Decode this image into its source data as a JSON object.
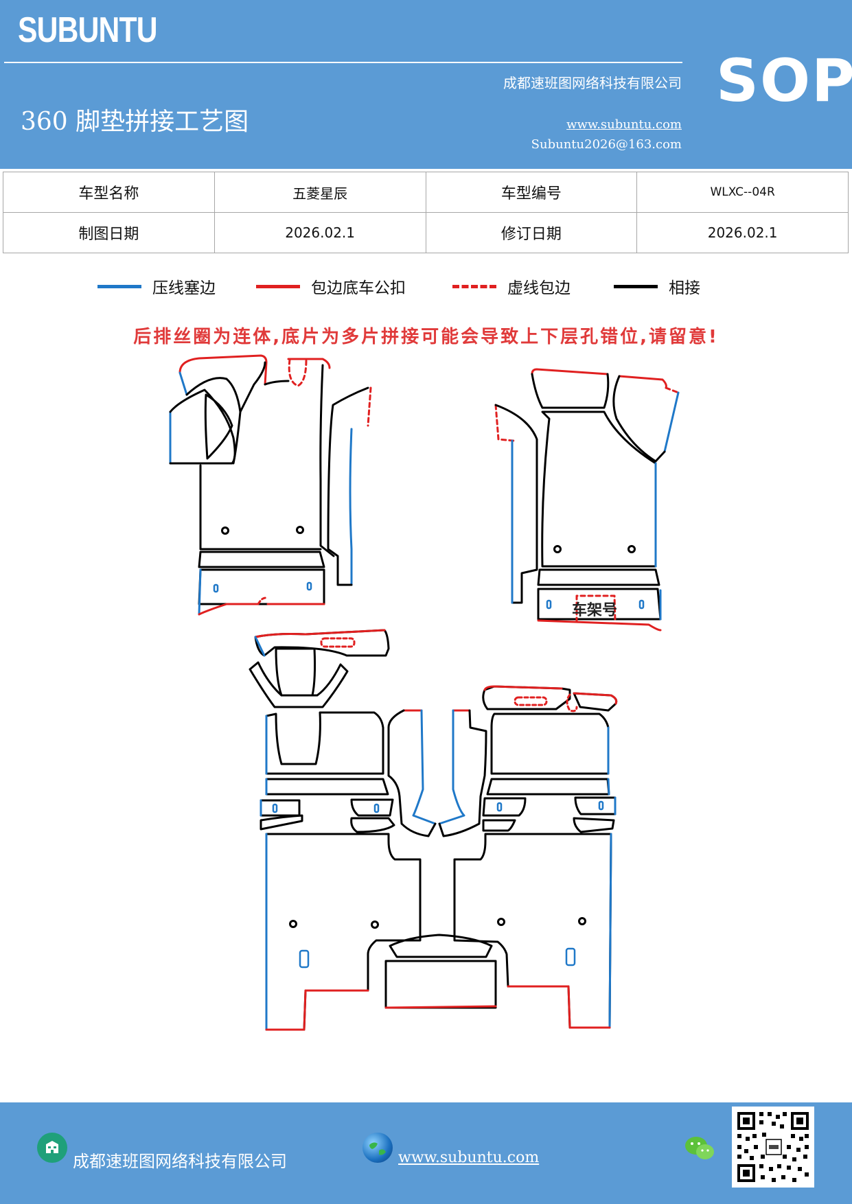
{
  "header": {
    "brand": "SUBUNTU",
    "company": "成都速班图网络科技有限公司",
    "title": "360 脚垫拼接工艺图",
    "website": "www.subuntu.com",
    "email": "Subuntu2026@163.com",
    "badge": "SOP"
  },
  "info_table": {
    "row1": {
      "label1": "车型名称",
      "value1": "五菱星辰",
      "label2": "车型编号",
      "value2": "WLXC--04R"
    },
    "row2": {
      "label1": "制图日期",
      "value1": "2026.02.1",
      "label2": "修订日期",
      "value2": "2026.02.1"
    }
  },
  "legend": [
    {
      "label": "压线塞边",
      "color": "#1f78c8",
      "style": "solid"
    },
    {
      "label": "包边底车公扣",
      "color": "#e02020",
      "style": "solid"
    },
    {
      "label": "虚线包边",
      "color": "#e02020",
      "style": "dashed"
    },
    {
      "label": "相接",
      "color": "#000000",
      "style": "solid"
    }
  ],
  "warning": "后排丝圈为连体,底片为多片拼接可能会导致上下层孔错位,请留意!",
  "diagram": {
    "frame_label": "车架号"
  },
  "footer": {
    "company": "成都速班图网络科技有限公司",
    "website": "www.subuntu.com",
    "icons": [
      "building-icon",
      "globe-icon",
      "wechat-icon",
      "qr-code"
    ]
  },
  "colors": {
    "header_bg": "#5b9bd5",
    "blue_line": "#1f78c8",
    "red_line": "#e02020",
    "black_line": "#000000"
  }
}
